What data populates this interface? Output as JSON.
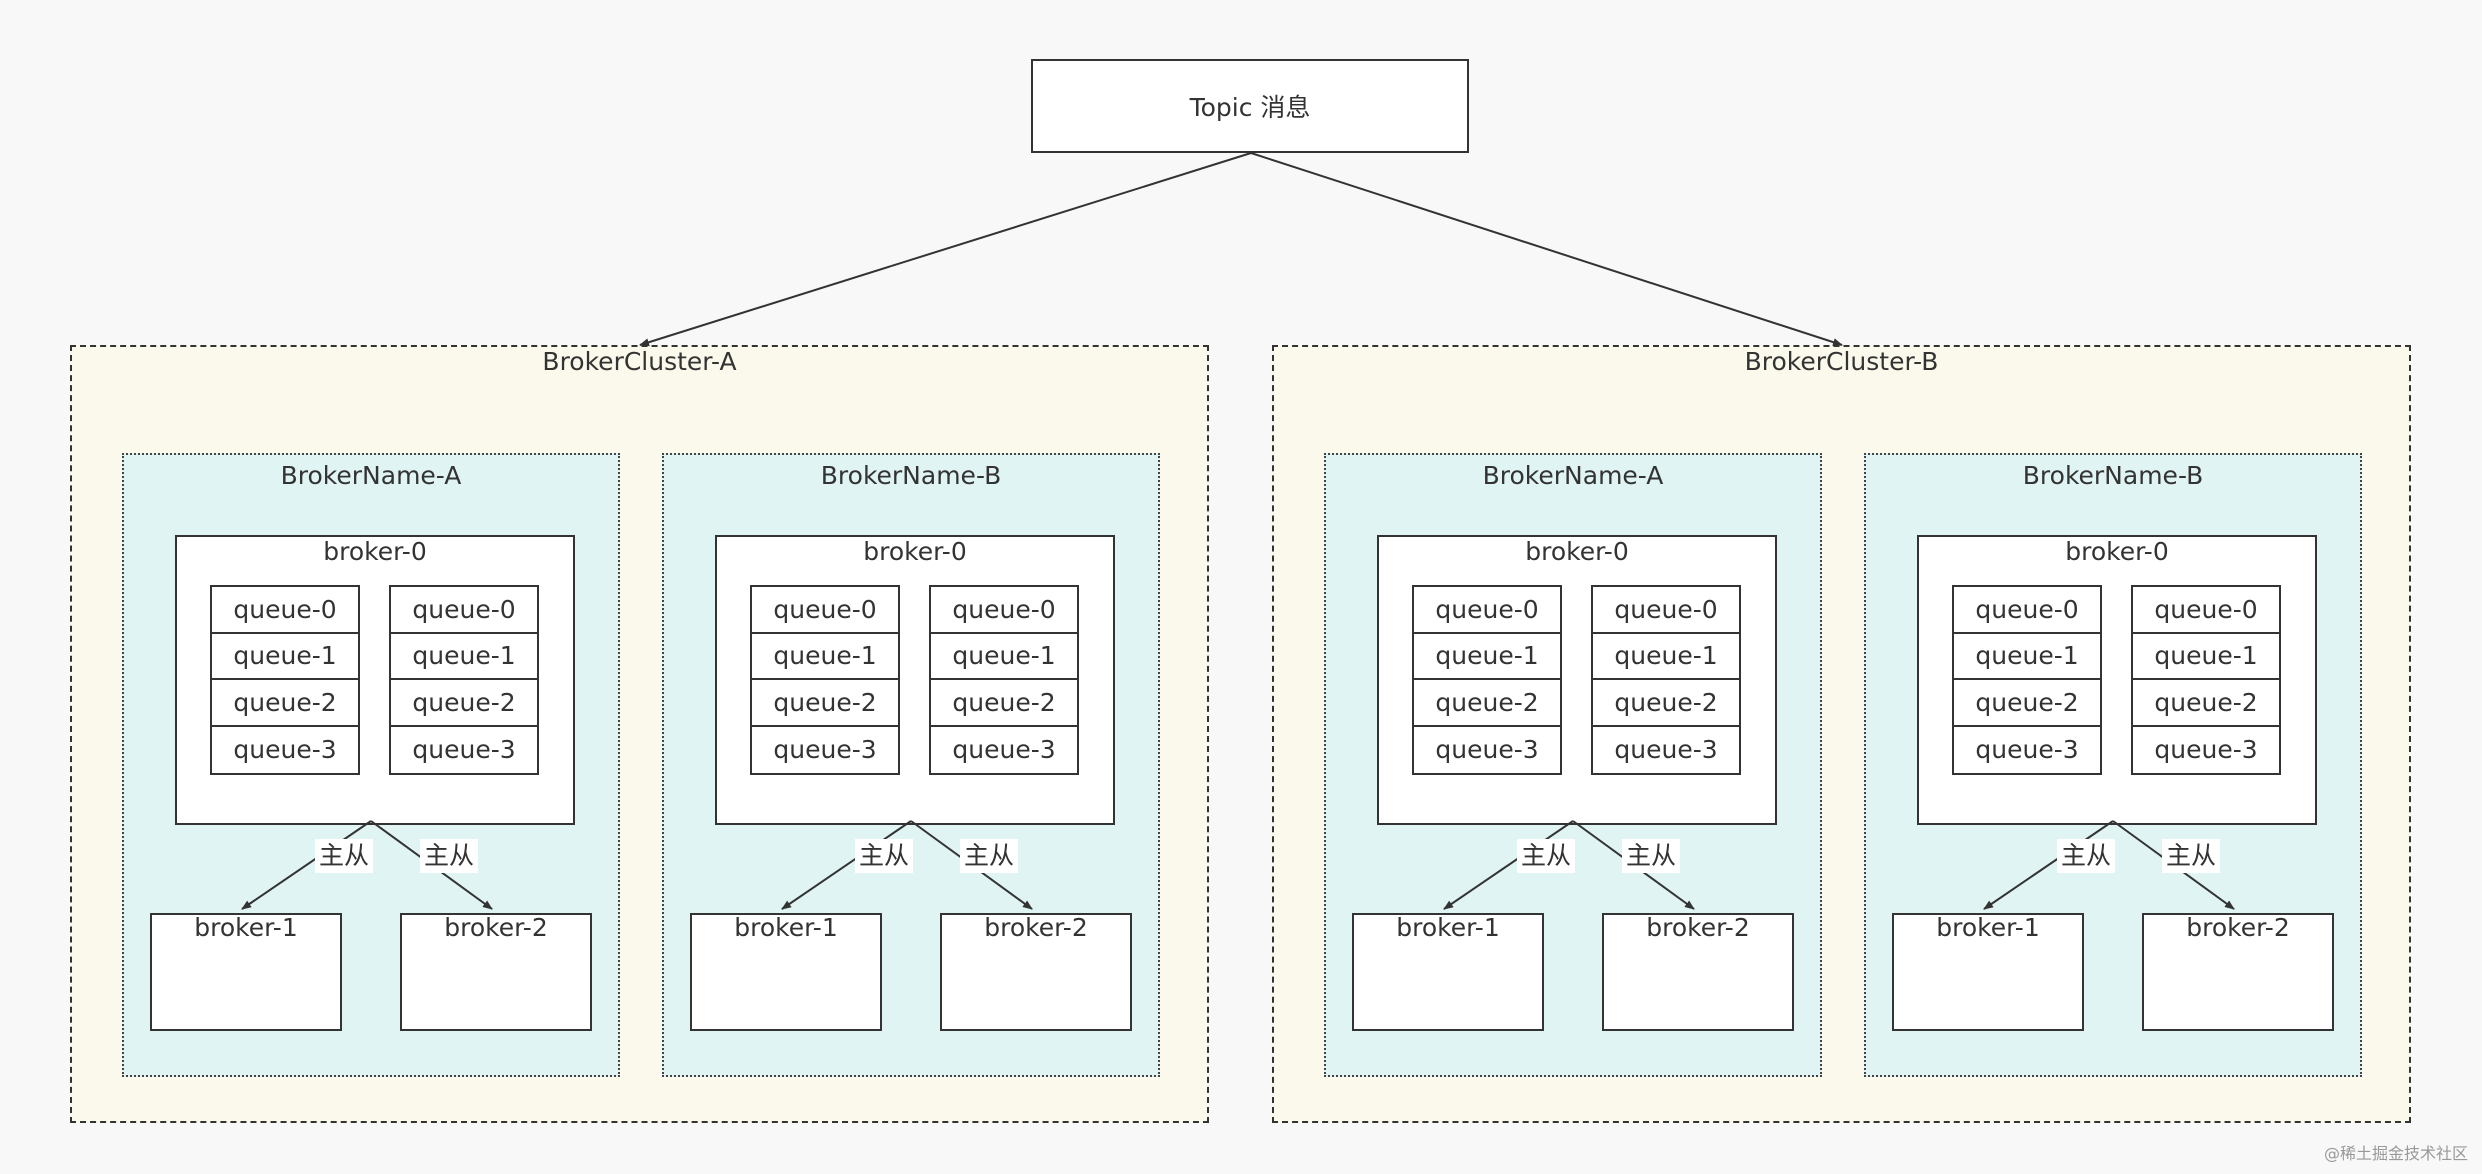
{
  "topic": {
    "label": "Topic 消息"
  },
  "clusters": [
    {
      "title": "BrokerCluster-A",
      "broker_names": [
        {
          "title": "BrokerName-A",
          "master": {
            "title": "broker-0",
            "queue_columns": [
              [
                "queue-0",
                "queue-1",
                "queue-2",
                "queue-3"
              ],
              [
                "queue-0",
                "queue-1",
                "queue-2",
                "queue-3"
              ]
            ]
          },
          "relation_labels": [
            "主从",
            "主从"
          ],
          "slaves": [
            {
              "title": "broker-1"
            },
            {
              "title": "broker-2"
            }
          ]
        },
        {
          "title": "BrokerName-B",
          "master": {
            "title": "broker-0",
            "queue_columns": [
              [
                "queue-0",
                "queue-1",
                "queue-2",
                "queue-3"
              ],
              [
                "queue-0",
                "queue-1",
                "queue-2",
                "queue-3"
              ]
            ]
          },
          "relation_labels": [
            "主从",
            "主从"
          ],
          "slaves": [
            {
              "title": "broker-1"
            },
            {
              "title": "broker-2"
            }
          ]
        }
      ]
    },
    {
      "title": "BrokerCluster-B",
      "broker_names": [
        {
          "title": "BrokerName-A",
          "master": {
            "title": "broker-0",
            "queue_columns": [
              [
                "queue-0",
                "queue-1",
                "queue-2",
                "queue-3"
              ],
              [
                "queue-0",
                "queue-1",
                "queue-2",
                "queue-3"
              ]
            ]
          },
          "relation_labels": [
            "主从",
            "主从"
          ],
          "slaves": [
            {
              "title": "broker-1"
            },
            {
              "title": "broker-2"
            }
          ]
        },
        {
          "title": "BrokerName-B",
          "master": {
            "title": "broker-0",
            "queue_columns": [
              [
                "queue-0",
                "queue-1",
                "queue-2",
                "queue-3"
              ],
              [
                "queue-0",
                "queue-1",
                "queue-2",
                "queue-3"
              ]
            ]
          },
          "relation_labels": [
            "主从",
            "主从"
          ],
          "slaves": [
            {
              "title": "broker-1"
            },
            {
              "title": "broker-2"
            }
          ]
        }
      ]
    }
  ],
  "watermark": "@稀土掘金技术社区",
  "colors": {
    "background": "#f8f8f8",
    "cluster_fill": "#fbf9ec",
    "broker_name_fill": "#dff4f3",
    "box_fill": "#ffffff",
    "stroke": "#333333"
  }
}
